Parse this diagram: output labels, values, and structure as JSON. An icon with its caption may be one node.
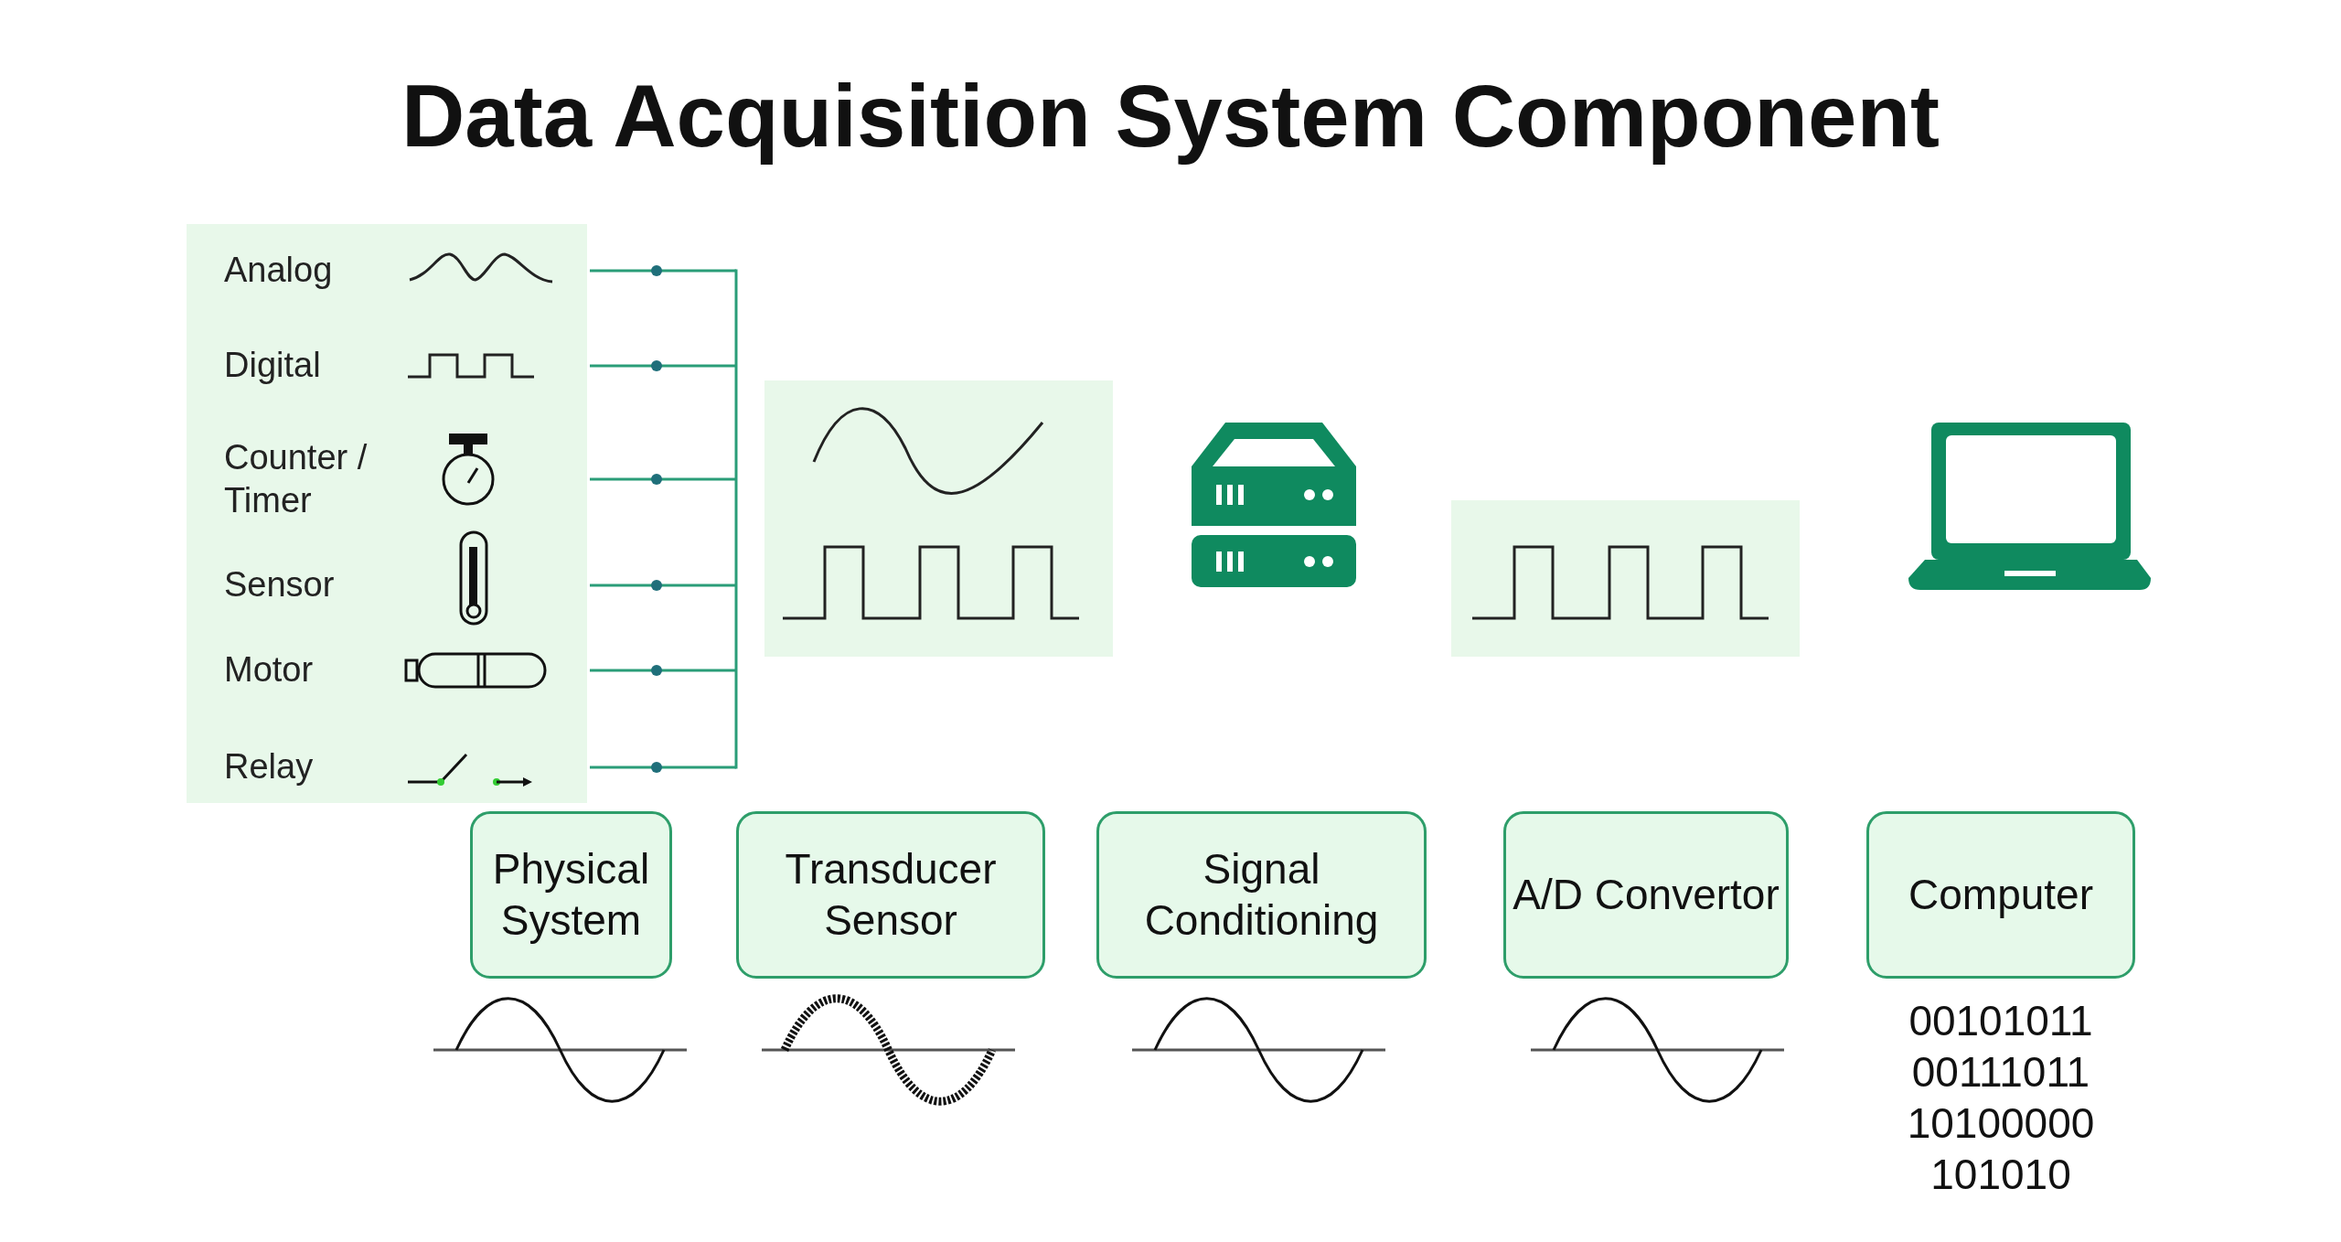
{
  "diagram": {
    "title": "Data Acquisition System Component",
    "nodes": [
      {
        "text": [
          "Physical System"
        ]
      },
      {
        "text": [
          "Transducer Sensor"
        ]
      },
      {
        "text": [
          "Signal Conditioning"
        ]
      },
      {
        "text": [
          "A/D Convertor"
        ]
      },
      {
        "text": [
          "Computer"
        ],
        "beside": [
          "00101011",
          "00111011",
          "10100000",
          "101010"
        ]
      }
    ],
    "labels": [
      "Analog",
      "Digital",
      "Counter / Timer",
      "Sensor",
      "Motor",
      "Relay"
    ]
  }
}
